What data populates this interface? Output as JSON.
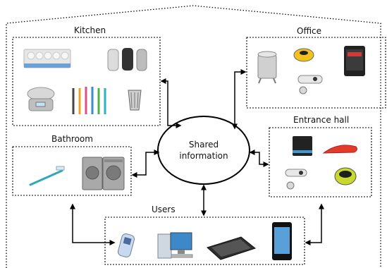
{
  "diagram": {
    "hub": {
      "line1": "Shared",
      "line2": "information"
    },
    "rooms": {
      "kitchen": {
        "label": "Kitchen"
      },
      "office": {
        "label": "Office"
      },
      "bathroom": {
        "label": "Bathroom"
      },
      "entrance": {
        "label": "Entrance hall"
      },
      "users": {
        "label": "Users"
      }
    }
  }
}
